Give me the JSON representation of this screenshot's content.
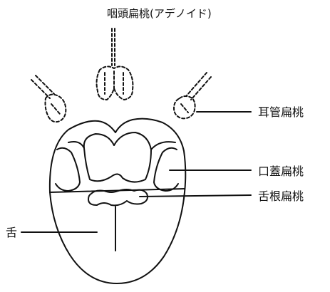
{
  "labels": {
    "pharyngeal_tonsil": "咽頭扁桃(アデノイド)",
    "tubal_tonsil": "耳管扁桃",
    "palatine_tonsil": "口蓋扁桃",
    "lingual_tonsil": "舌根扁桃",
    "tongue": "舌"
  },
  "colors": {
    "line": "#111111",
    "background": "#ffffff"
  }
}
